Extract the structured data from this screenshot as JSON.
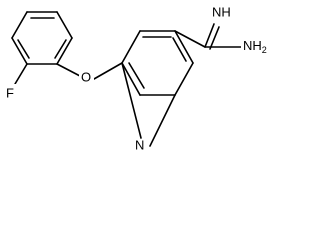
{
  "molecule": {
    "atoms": {
      "fluorine": "F",
      "ether_oxygen": "O",
      "pyridine_nitrogen": "N",
      "imine_nh": "NH",
      "amine_nh2": "NH",
      "amine_subscript": "2"
    }
  }
}
